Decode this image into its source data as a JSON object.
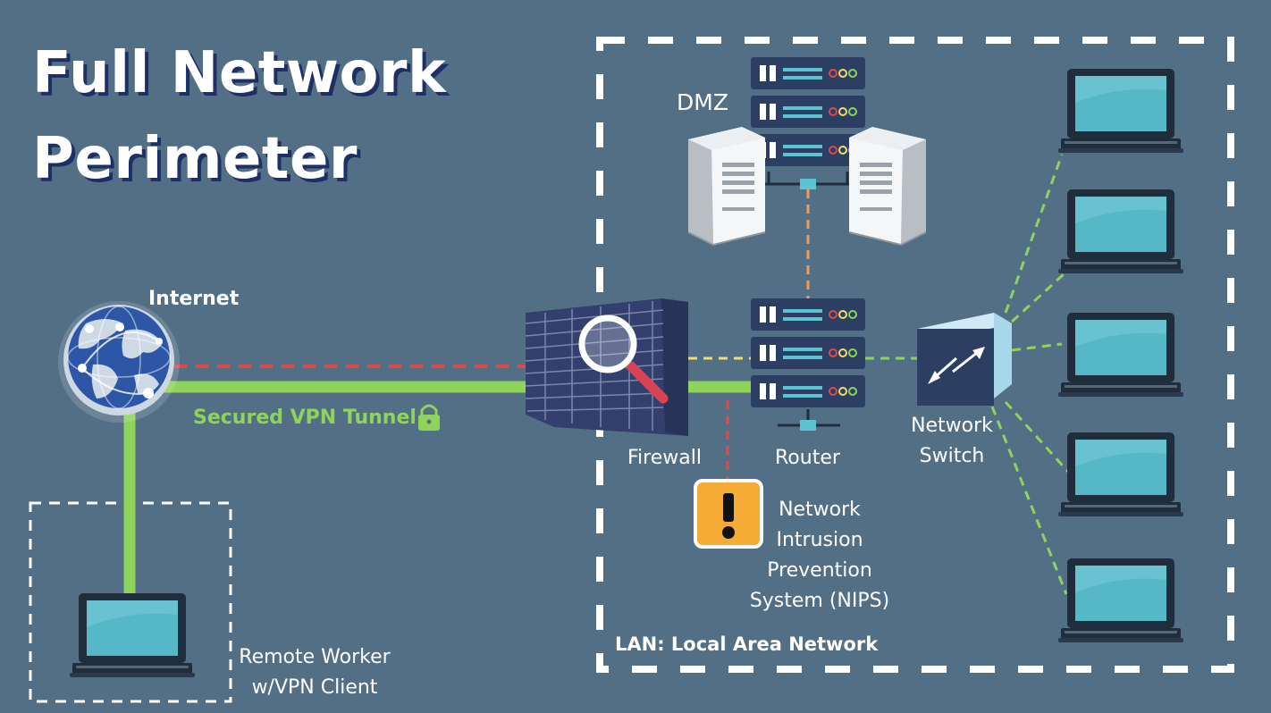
{
  "title": {
    "line1": "Full Network",
    "line2": "Perimeter"
  },
  "labels": {
    "internet": "Internet",
    "vpn_tunnel": "Secured VPN Tunnel",
    "dmz": "DMZ",
    "firewall": "Firewall",
    "router": "Router",
    "switch_line1": "Network",
    "switch_line2": "Switch",
    "nips_line1": "Network",
    "nips_line2": "Intrusion",
    "nips_line3": "Prevention",
    "nips_line4": "System (NIPS)",
    "remote_line1": "Remote Worker",
    "remote_line2": "w/VPN Client",
    "lan": "LAN: Local Area Network"
  },
  "colors": {
    "background": "#536f85",
    "vpn_line": "#8fd35a",
    "internet_link": "#e0494a",
    "firewall_router_link": "#f2dc6a",
    "dmz_link": "#f39a5a",
    "lan_link": "#8fd35a",
    "nips_link": "#e0494a",
    "boundary": "#ffffff"
  },
  "icons": [
    "globe-icon",
    "firewall-icon",
    "magnifier-icon",
    "router-icon",
    "dmz-rack-icon",
    "tower-server-icon",
    "switch-icon",
    "warning-icon",
    "laptop-icon",
    "lock-icon"
  ]
}
